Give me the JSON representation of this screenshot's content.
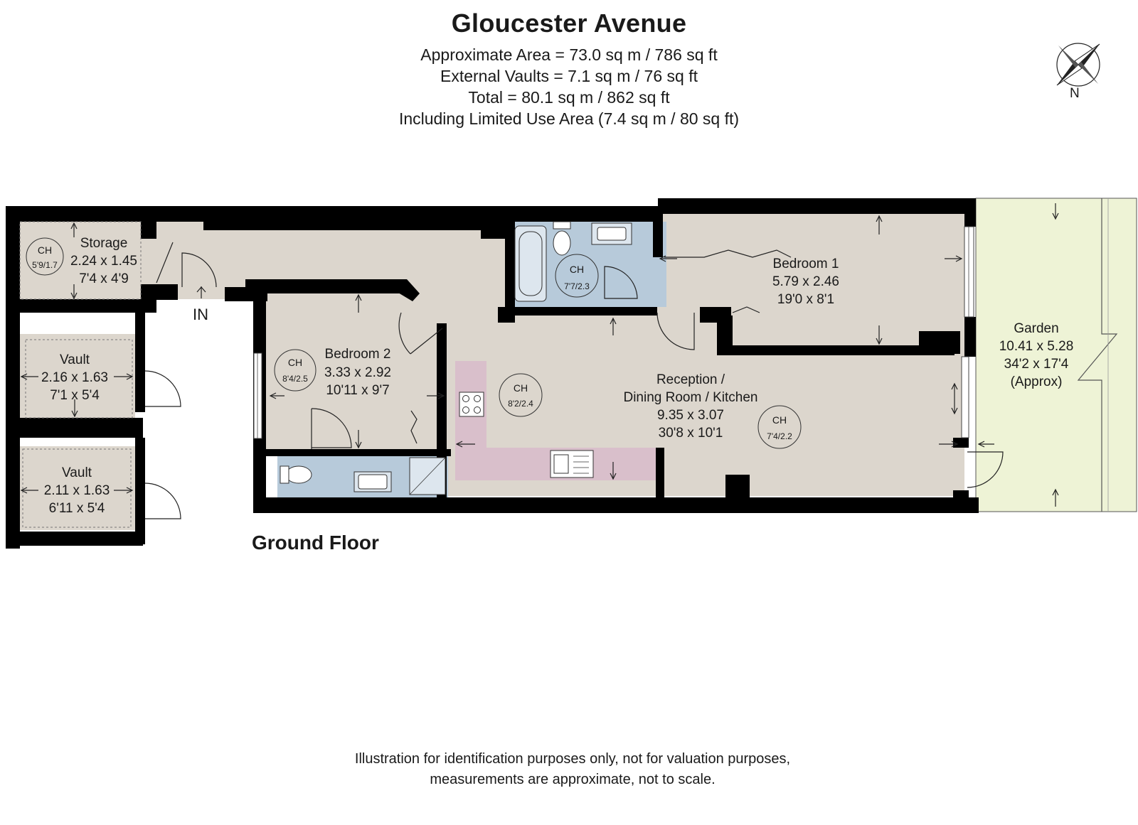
{
  "header": {
    "title": "Gloucester Avenue",
    "lines": [
      "Approximate Area = 73.0 sq m / 786 sq ft",
      "External Vaults = 7.1 sq m / 76 sq ft",
      "Total = 80.1 sq m / 862 sq ft",
      "Including Limited Use Area (7.4 sq m / 80 sq ft)"
    ]
  },
  "compass": {
    "label": "N",
    "icon": "compass-rose-icon"
  },
  "entrance": {
    "label": "IN"
  },
  "floor_label": "Ground Floor",
  "ch_label": "CH",
  "rooms": {
    "storage": {
      "name": "Storage",
      "metric": "2.24 x 1.45",
      "imperial": "7'4 x 4'9",
      "ch": "5'9/1.7"
    },
    "vault1": {
      "name": "Vault",
      "metric": "2.16 x 1.63",
      "imperial": "7'1 x 5'4"
    },
    "vault2": {
      "name": "Vault",
      "metric": "2.11 x 1.63",
      "imperial": "6'11 x 5'4"
    },
    "bedroom2": {
      "name": "Bedroom 2",
      "metric": "3.33 x 2.92",
      "imperial": "10'11 x 9'7",
      "ch": "8'4/2.5"
    },
    "bathroom": {
      "ch": "7'7/2.3"
    },
    "hall": {
      "ch": "8'2/2.4"
    },
    "bedroom1": {
      "name": "Bedroom 1",
      "metric": "5.79 x 2.46",
      "imperial": "19'0 x 8'1"
    },
    "reception": {
      "name1": "Reception /",
      "name2": "Dining Room / Kitchen",
      "metric": "9.35 x 3.07",
      "imperial": "30'8 x 10'1",
      "ch": "7'4/2.2"
    },
    "garden": {
      "name": "Garden",
      "metric": "10.41 x 5.28",
      "imperial": "34'2 x 17'4",
      "note": "(Approx)"
    }
  },
  "colors": {
    "floor": "#dcd6cd",
    "bathroom": "#b7cada",
    "kitchen": "#d9bfcb",
    "garden": "#eef3d6",
    "wall": "#000000"
  },
  "disclaimer": [
    "Illustration for identification purposes only, not for valuation purposes,",
    "measurements are approximate, not to scale."
  ]
}
